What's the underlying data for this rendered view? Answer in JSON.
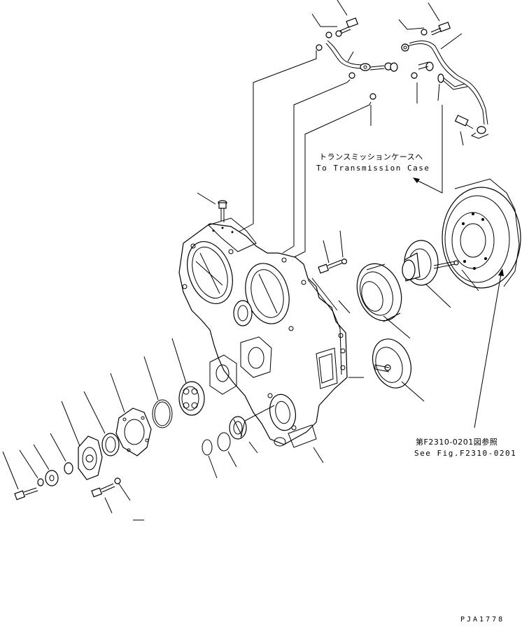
{
  "annotations": {
    "transmission_jp": "トランスミッションケースへ",
    "transmission_en": "To Transmission Case",
    "fig_ref_jp": "第F2310-0201図参照",
    "fig_ref_en": "See Fig.F2310-0201"
  },
  "drawing_code": "PJA1778"
}
